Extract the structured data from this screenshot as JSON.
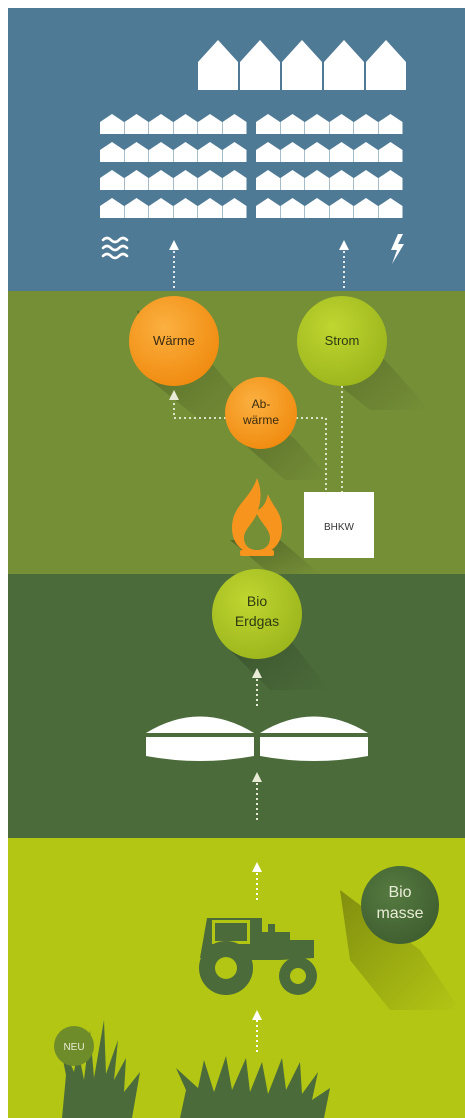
{
  "colors": {
    "band_homes": "#4f7a96",
    "band_energy": "#758f37",
    "band_biogas": "#4b6b3a",
    "band_biomass": "#b3c614",
    "orange": "#f7941d",
    "lime": "#a8c01f",
    "dark_green": "#4b6b3a",
    "white": "#ffffff"
  },
  "icons": {
    "heat": "heat-waves-icon",
    "power": "lightning-bolt-icon",
    "flame": "flame-icon",
    "digester": "biogas-digester-icon",
    "tractor": "tractor-icon",
    "grass": "grass-icon",
    "houses": "house-icon"
  },
  "nodes": {
    "waerme": "Wärme",
    "strom": "Strom",
    "abwaerme_line1": "Ab-",
    "abwaerme_line2": "wärme",
    "bhkw": "BHKW",
    "bioerdgas_line1": "Bio",
    "bioerdgas_line2": "Erdgas",
    "biomasse_line1": "Bio",
    "biomasse_line2": "masse",
    "neu": "NEU"
  }
}
